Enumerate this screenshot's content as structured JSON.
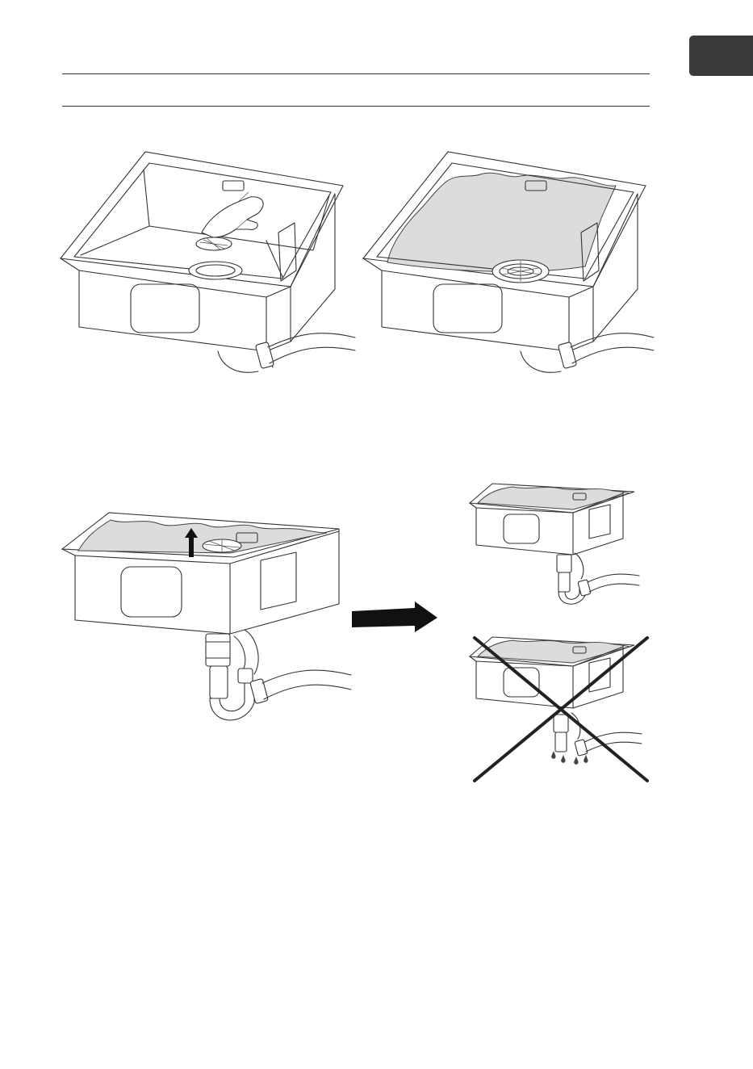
{
  "page": {
    "lang_tab_label": "",
    "heading": "",
    "colors": {
      "rule": "#333333",
      "lang_tab": "#3a3a3a",
      "water": "#dcdcdc",
      "cross": "#222222",
      "arrow": "#111111"
    }
  },
  "figures": [
    {
      "id": "fig-strainer-insert",
      "icons": [
        "hand-icon",
        "strainer-icon",
        "sink-icon",
        "drain-hose-icon"
      ]
    },
    {
      "id": "fig-sink-filled",
      "icons": [
        "sink-icon",
        "strainer-icon",
        "drain-hose-icon"
      ]
    },
    {
      "id": "fig-strainer-lift",
      "icons": [
        "arrow-up-icon",
        "strainer-icon",
        "siphon-icon",
        "drain-hose-icon"
      ]
    },
    {
      "id": "fig-result-ok",
      "icons": [
        "sink-icon",
        "siphon-icon"
      ]
    },
    {
      "id": "fig-result-leak",
      "icons": [
        "cross-icon",
        "water-drop-icon",
        "siphon-icon"
      ]
    }
  ]
}
